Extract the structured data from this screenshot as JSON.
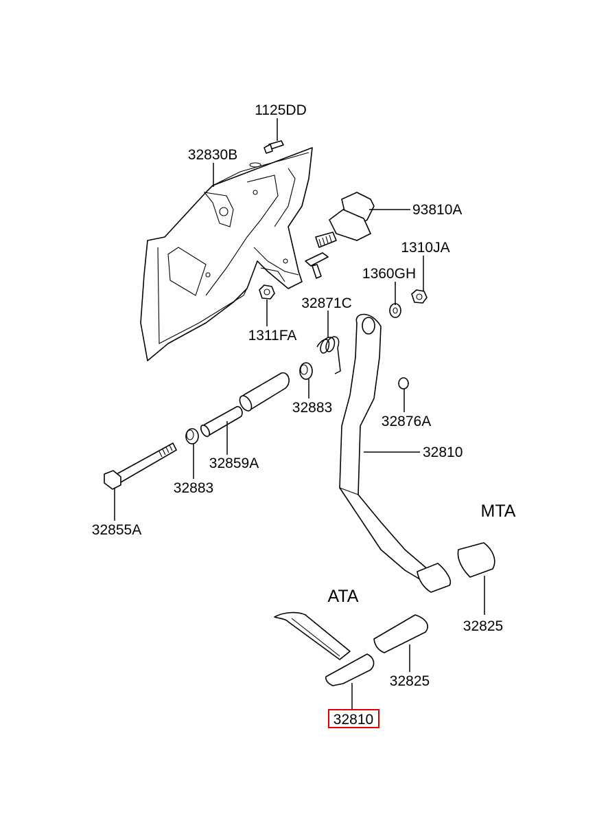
{
  "labels": {
    "l_1125DD": "1125DD",
    "l_32830B": "32830B",
    "l_93810A": "93810A",
    "l_1310JA": "1310JA",
    "l_1360GH": "1360GH",
    "l_32871C": "32871C",
    "l_1311FA": "1311FA",
    "l_32883_upper": "32883",
    "l_32876A": "32876A",
    "l_32810_upper": "32810",
    "l_32859A": "32859A",
    "l_32883_lower": "32883",
    "l_32855A": "32855A",
    "l_32825_mta": "32825",
    "l_32825_ata": "32825",
    "l_32810_ata": "32810"
  },
  "sections": {
    "mta": "MTA",
    "ata": "ATA"
  },
  "highlight": {
    "color": "#e00000",
    "part": "32810"
  }
}
